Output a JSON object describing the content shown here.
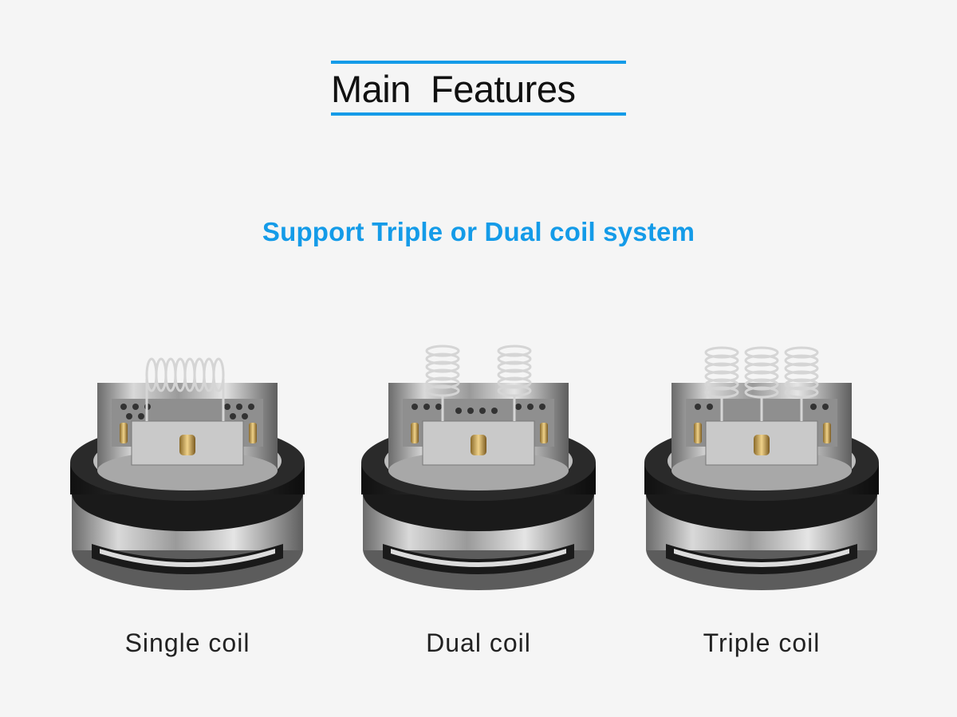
{
  "header": {
    "title": "Main  Features",
    "subtitle": "Support Triple or Dual coil system",
    "accent_color": "#149be8"
  },
  "products": [
    {
      "caption": "Single coil",
      "coil_count": 1,
      "coil_style": "single-wide-coil"
    },
    {
      "caption": "Dual coil",
      "coil_count": 2,
      "coil_style": "spaced-coils"
    },
    {
      "caption": "Triple coil",
      "coil_count": 3,
      "coil_style": "spaced-coils"
    }
  ]
}
